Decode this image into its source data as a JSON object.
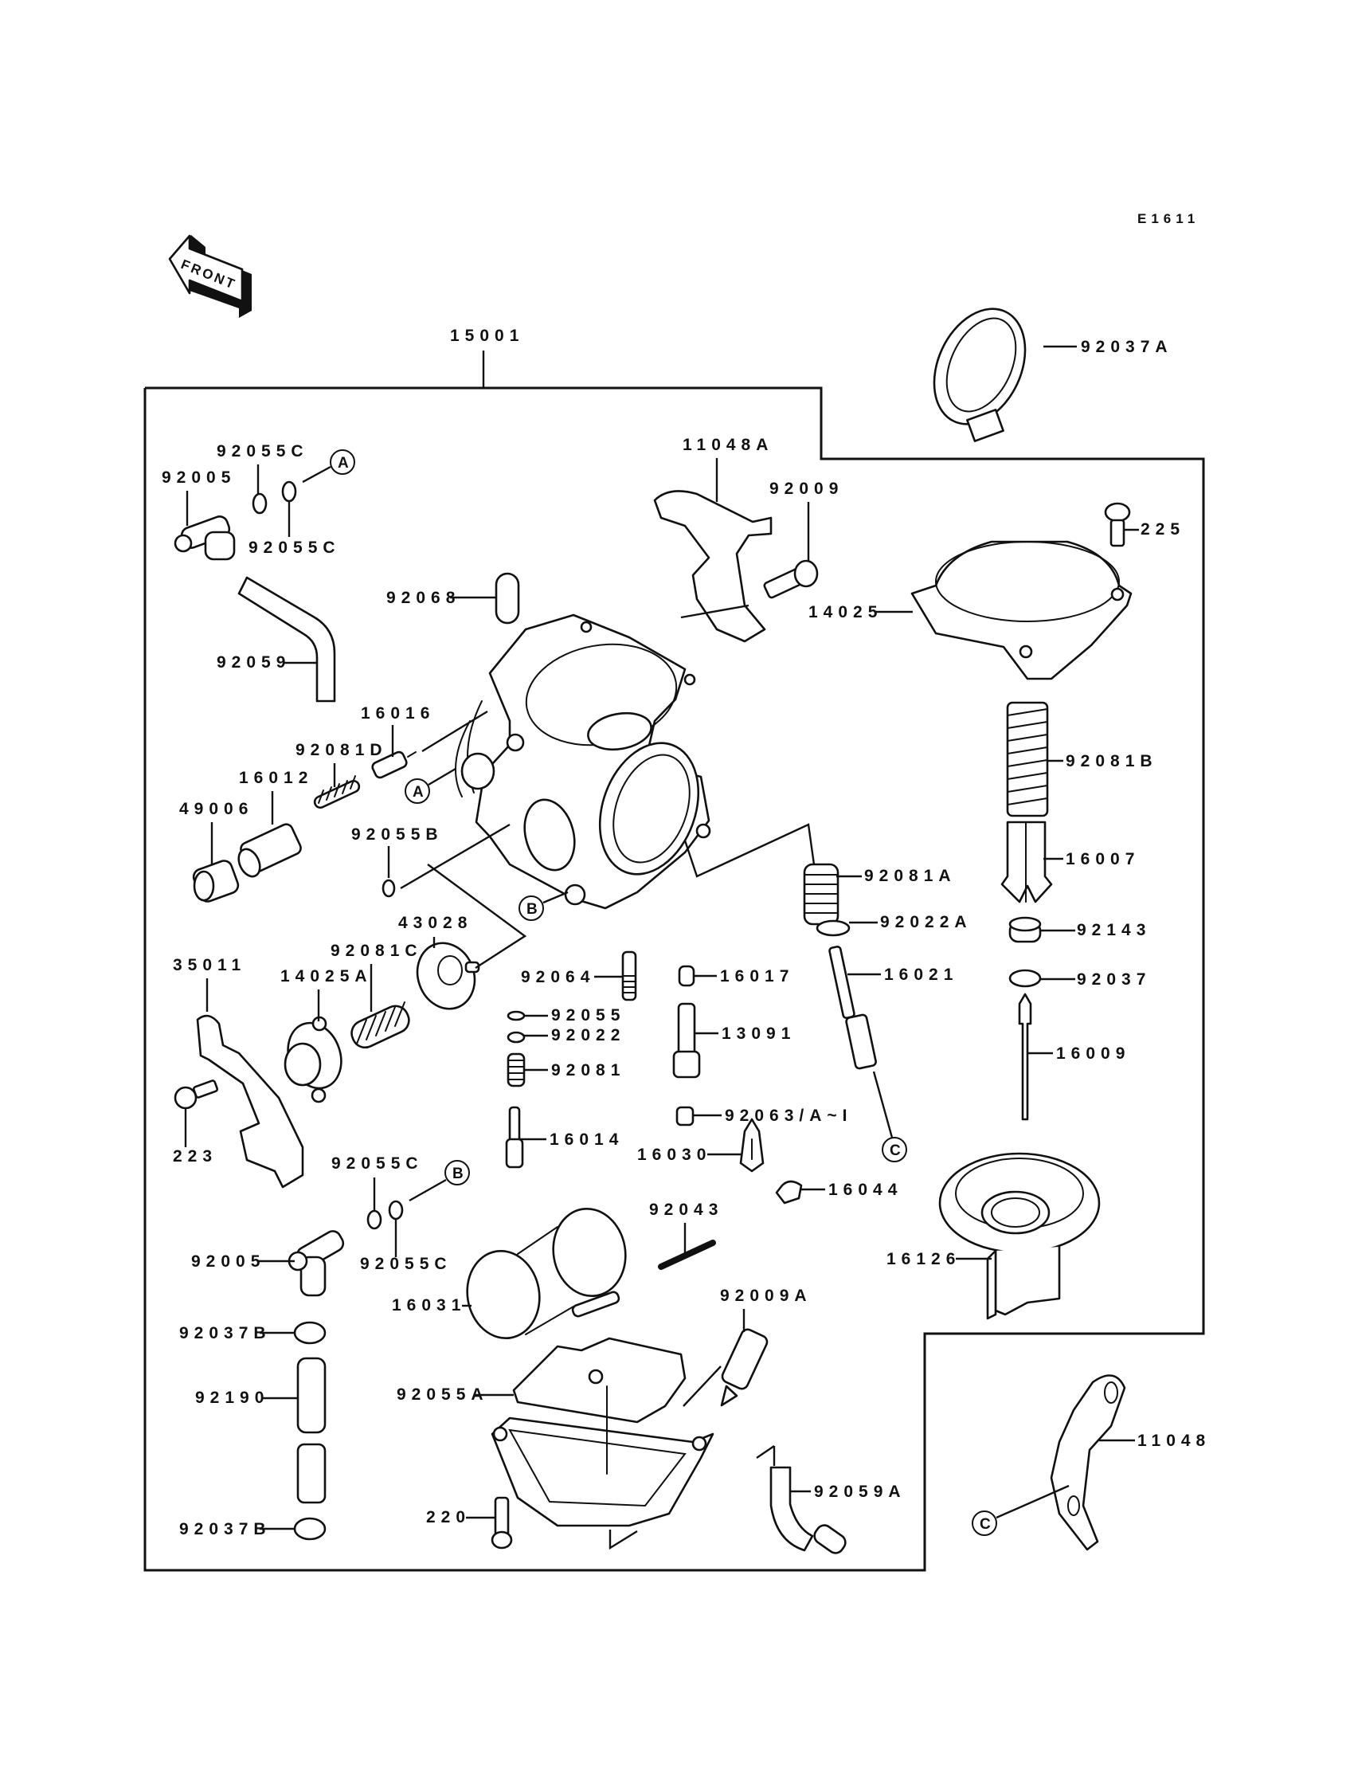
{
  "diagram": {
    "drawing_code": "E1611",
    "front_arrow_label": "FRONT",
    "assembly": {
      "part_number": "15001",
      "name": "carburetor-assembly"
    },
    "reference_markers": [
      "A",
      "B",
      "C"
    ],
    "callouts": [
      {
        "id": "c-92037A",
        "label": "92037A"
      },
      {
        "id": "c-92055C-top1",
        "label": "92055C"
      },
      {
        "id": "c-92005-top",
        "label": "92005"
      },
      {
        "id": "c-92055C-top2",
        "label": "92055C"
      },
      {
        "id": "c-11048A",
        "label": "11048A"
      },
      {
        "id": "c-92009",
        "label": "92009"
      },
      {
        "id": "c-225",
        "label": "225"
      },
      {
        "id": "c-92068",
        "label": "92068"
      },
      {
        "id": "c-14025",
        "label": "14025"
      },
      {
        "id": "c-92059",
        "label": "92059"
      },
      {
        "id": "c-16016",
        "label": "16016"
      },
      {
        "id": "c-92081D",
        "label": "92081D"
      },
      {
        "id": "c-16012",
        "label": "16012"
      },
      {
        "id": "c-92081B",
        "label": "92081B"
      },
      {
        "id": "c-49006",
        "label": "49006"
      },
      {
        "id": "c-92055B",
        "label": "92055B"
      },
      {
        "id": "c-16007",
        "label": "16007"
      },
      {
        "id": "c-92081A",
        "label": "92081A"
      },
      {
        "id": "c-92022A",
        "label": "92022A"
      },
      {
        "id": "c-43028",
        "label": "43028"
      },
      {
        "id": "c-92143",
        "label": "92143"
      },
      {
        "id": "c-35011",
        "label": "35011"
      },
      {
        "id": "c-92081C",
        "label": "92081C"
      },
      {
        "id": "c-14025A",
        "label": "14025A"
      },
      {
        "id": "c-92064",
        "label": "92064"
      },
      {
        "id": "c-16017",
        "label": "16017"
      },
      {
        "id": "c-16021",
        "label": "16021"
      },
      {
        "id": "c-92037",
        "label": "92037"
      },
      {
        "id": "c-92055",
        "label": "92055"
      },
      {
        "id": "c-92022",
        "label": "92022"
      },
      {
        "id": "c-13091",
        "label": "13091"
      },
      {
        "id": "c-16009",
        "label": "16009"
      },
      {
        "id": "c-92081",
        "label": "92081"
      },
      {
        "id": "c-92063",
        "label": "92063/A~I"
      },
      {
        "id": "c-223",
        "label": "223"
      },
      {
        "id": "c-16014",
        "label": "16014"
      },
      {
        "id": "c-16030",
        "label": "16030"
      },
      {
        "id": "c-92055C-mid1",
        "label": "92055C"
      },
      {
        "id": "c-16044",
        "label": "16044"
      },
      {
        "id": "c-92043",
        "label": "92043"
      },
      {
        "id": "c-92005-bottom",
        "label": "92005"
      },
      {
        "id": "c-92055C-mid2",
        "label": "92055C"
      },
      {
        "id": "c-16126",
        "label": "16126"
      },
      {
        "id": "c-16031",
        "label": "16031"
      },
      {
        "id": "c-92009A",
        "label": "92009A"
      },
      {
        "id": "c-92037B-top",
        "label": "92037B"
      },
      {
        "id": "c-92190",
        "label": "92190"
      },
      {
        "id": "c-92055A",
        "label": "92055A"
      },
      {
        "id": "c-11048",
        "label": "11048"
      },
      {
        "id": "c-92059A",
        "label": "92059A"
      },
      {
        "id": "c-220",
        "label": "220"
      },
      {
        "id": "c-92037B-bottom",
        "label": "92037B"
      }
    ]
  }
}
